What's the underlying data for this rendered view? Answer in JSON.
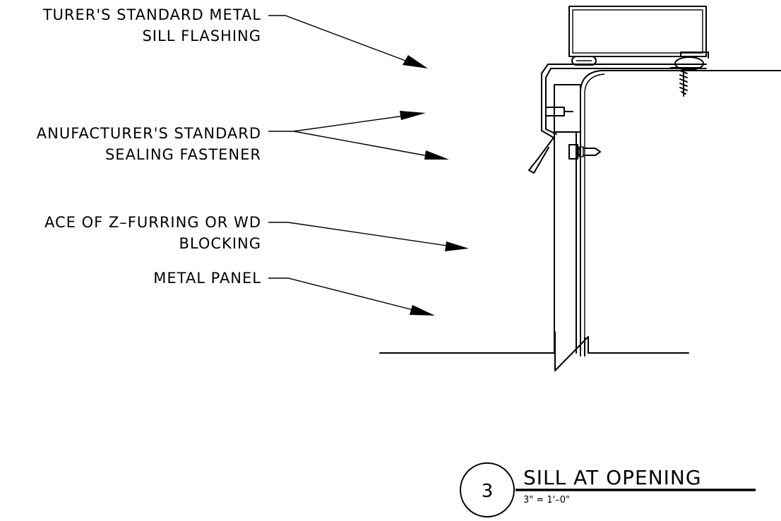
{
  "callouts": [
    {
      "line1": "TURER'S STANDARD METAL",
      "line2": "SILL FLASHING"
    },
    {
      "line1": "ANUFACTURER'S STANDARD",
      "line2": "SEALING FASTENER"
    },
    {
      "line1": "ACE OF Z–FURRING OR WD",
      "line2": "BLOCKING"
    },
    {
      "line1": "METAL PANEL"
    }
  ],
  "detail_title": {
    "number": "3",
    "title": "SILL AT OPENING",
    "scale": "3\" = 1'–0\""
  },
  "colors": {
    "linework": "#000000",
    "background": "#ffffff"
  }
}
